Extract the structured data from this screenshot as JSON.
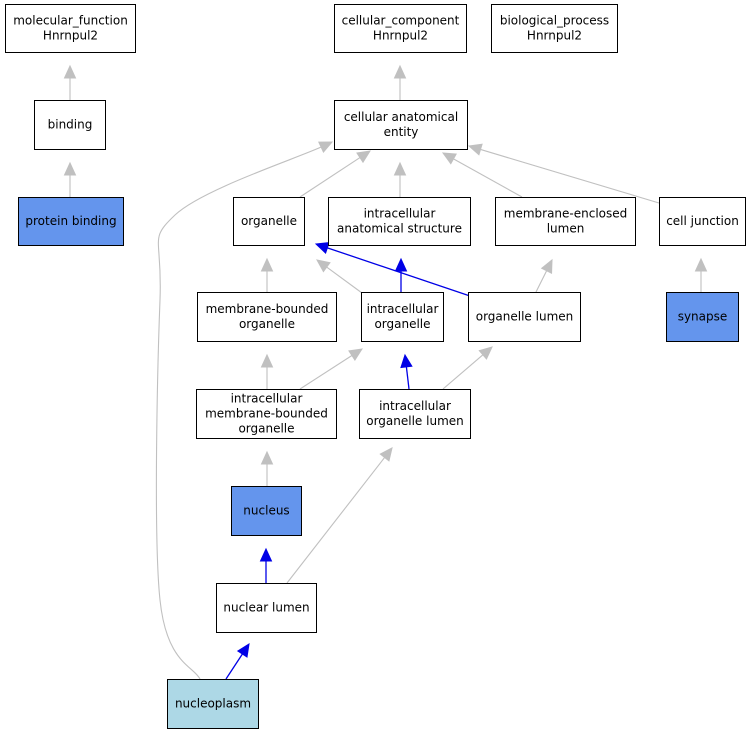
{
  "colors": {
    "default_fill": "#ffffff",
    "highlight_fill": "#6495ed",
    "focus_fill": "#add8e6",
    "gray_edge": "#c0c0c0",
    "blue_edge": "#0000e6"
  },
  "nodes": {
    "molecular_function": {
      "lines": [
        "molecular_function",
        "Hnrnpul2"
      ],
      "style": "default"
    },
    "cellular_component": {
      "lines": [
        "cellular_component",
        "Hnrnpul2"
      ],
      "style": "default"
    },
    "biological_process": {
      "lines": [
        "biological_process",
        "Hnrnpul2"
      ],
      "style": "default"
    },
    "binding": {
      "lines": [
        "binding"
      ],
      "style": "default"
    },
    "cellular_anatomical_entity": {
      "lines": [
        "cellular anatomical",
        "entity"
      ],
      "style": "default"
    },
    "protein_binding": {
      "lines": [
        "protein binding"
      ],
      "style": "highlight"
    },
    "organelle": {
      "lines": [
        "organelle"
      ],
      "style": "default"
    },
    "intracellular_anatomical_structure": {
      "lines": [
        "intracellular",
        "anatomical structure"
      ],
      "style": "default"
    },
    "membrane_enclosed_lumen": {
      "lines": [
        "membrane-enclosed",
        "lumen"
      ],
      "style": "default"
    },
    "cell_junction": {
      "lines": [
        "cell junction"
      ],
      "style": "default"
    },
    "membrane_bounded_organelle": {
      "lines": [
        "membrane-bounded",
        "organelle"
      ],
      "style": "default"
    },
    "intracellular_organelle": {
      "lines": [
        "intracellular",
        "organelle"
      ],
      "style": "default"
    },
    "organelle_lumen": {
      "lines": [
        "organelle lumen"
      ],
      "style": "default"
    },
    "synapse": {
      "lines": [
        "synapse"
      ],
      "style": "highlight"
    },
    "intracellular_membrane_bounded_organelle": {
      "lines": [
        "intracellular",
        "membrane-bounded",
        "organelle"
      ],
      "style": "default"
    },
    "intracellular_organelle_lumen": {
      "lines": [
        "intracellular",
        "organelle lumen"
      ],
      "style": "default"
    },
    "nucleus": {
      "lines": [
        "nucleus"
      ],
      "style": "highlight"
    },
    "nuclear_lumen": {
      "lines": [
        "nuclear lumen"
      ],
      "style": "default"
    },
    "nucleoplasm": {
      "lines": [
        "nucleoplasm"
      ],
      "style": "focus"
    }
  },
  "edges": [
    {
      "from": "binding",
      "to": "molecular_function",
      "kind": "is_a"
    },
    {
      "from": "protein_binding",
      "to": "binding",
      "kind": "is_a"
    },
    {
      "from": "cellular_anatomical_entity",
      "to": "cellular_component",
      "kind": "is_a"
    },
    {
      "from": "organelle",
      "to": "cellular_anatomical_entity",
      "kind": "is_a"
    },
    {
      "from": "intracellular_anatomical_structure",
      "to": "cellular_anatomical_entity",
      "kind": "is_a"
    },
    {
      "from": "membrane_enclosed_lumen",
      "to": "cellular_anatomical_entity",
      "kind": "is_a"
    },
    {
      "from": "cell_junction",
      "to": "cellular_anatomical_entity",
      "kind": "is_a"
    },
    {
      "from": "nucleoplasm",
      "to": "cellular_anatomical_entity",
      "kind": "is_a"
    },
    {
      "from": "synapse",
      "to": "cell_junction",
      "kind": "is_a"
    },
    {
      "from": "membrane_bounded_organelle",
      "to": "organelle",
      "kind": "is_a"
    },
    {
      "from": "intracellular_organelle",
      "to": "organelle",
      "kind": "is_a"
    },
    {
      "from": "intracellular_organelle",
      "to": "intracellular_anatomical_structure",
      "kind": "part_of"
    },
    {
      "from": "organelle_lumen",
      "to": "organelle",
      "kind": "part_of"
    },
    {
      "from": "organelle_lumen",
      "to": "membrane_enclosed_lumen",
      "kind": "is_a"
    },
    {
      "from": "intracellular_membrane_bounded_organelle",
      "to": "membrane_bounded_organelle",
      "kind": "is_a"
    },
    {
      "from": "intracellular_membrane_bounded_organelle",
      "to": "intracellular_organelle",
      "kind": "is_a"
    },
    {
      "from": "intracellular_organelle_lumen",
      "to": "intracellular_organelle",
      "kind": "part_of"
    },
    {
      "from": "intracellular_organelle_lumen",
      "to": "organelle_lumen",
      "kind": "is_a"
    },
    {
      "from": "nucleus",
      "to": "intracellular_membrane_bounded_organelle",
      "kind": "is_a"
    },
    {
      "from": "nuclear_lumen",
      "to": "nucleus",
      "kind": "part_of"
    },
    {
      "from": "nuclear_lumen",
      "to": "intracellular_organelle_lumen",
      "kind": "is_a"
    },
    {
      "from": "nucleoplasm",
      "to": "nuclear_lumen",
      "kind": "part_of"
    }
  ]
}
